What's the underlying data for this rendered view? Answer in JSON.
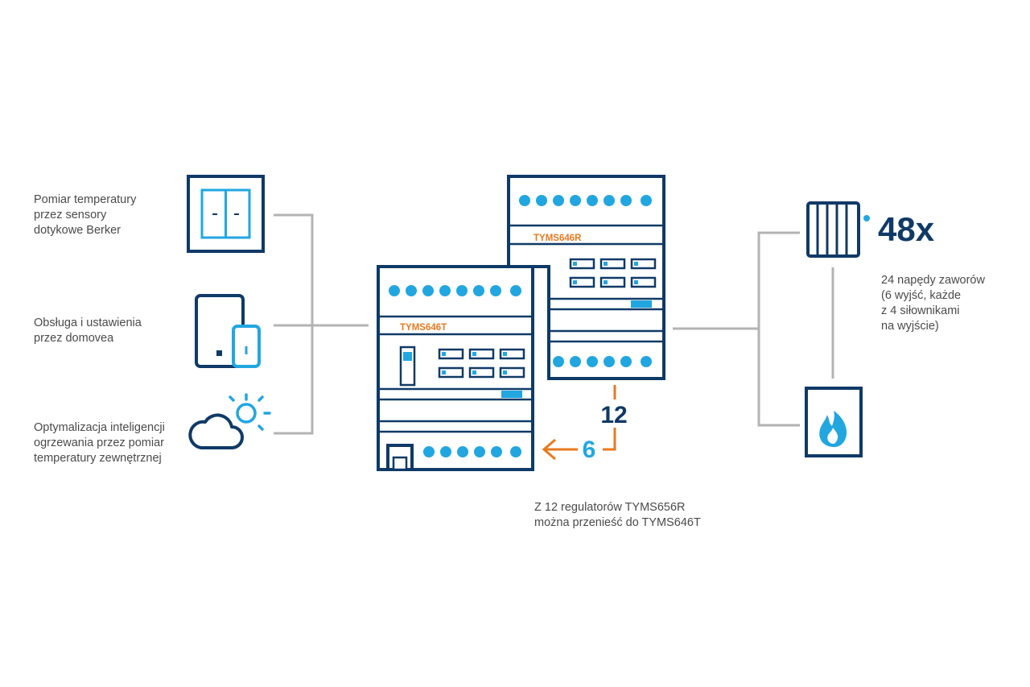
{
  "labels": {
    "sensors": [
      "Pomiar temperatury",
      "przez sensory",
      "dotykowe Berker"
    ],
    "domovea": [
      "Obsługa i ustawienia",
      "przez domovea"
    ],
    "weather": [
      "Optymalizacja inteligencji",
      "ogrzewania przez pomiar",
      "temperatury zewnętrznej"
    ],
    "valves": [
      "24 napędy zaworów",
      "(6 wyjść, każde",
      "z 4 siłownikami",
      "na wyjście)"
    ],
    "transfer": [
      "Z 12 regulatorów TYMS656R",
      "można przenieść do TYMS646T"
    ]
  },
  "devices": {
    "front_model": "TYMS646T",
    "back_model": "TYMS646R"
  },
  "counts": {
    "radiators": "48x",
    "regulators": "12",
    "transferred": "6"
  },
  "colors": {
    "navy": "#0f3a67",
    "light_blue": "#22a6e0",
    "orange": "#e8791f",
    "grey_line": "#b3b3b3",
    "text": "#4a4a4a"
  },
  "icons": [
    "switch-icon",
    "tablet-phone-icon",
    "weather-icon",
    "radiator-icon",
    "flame-icon"
  ]
}
